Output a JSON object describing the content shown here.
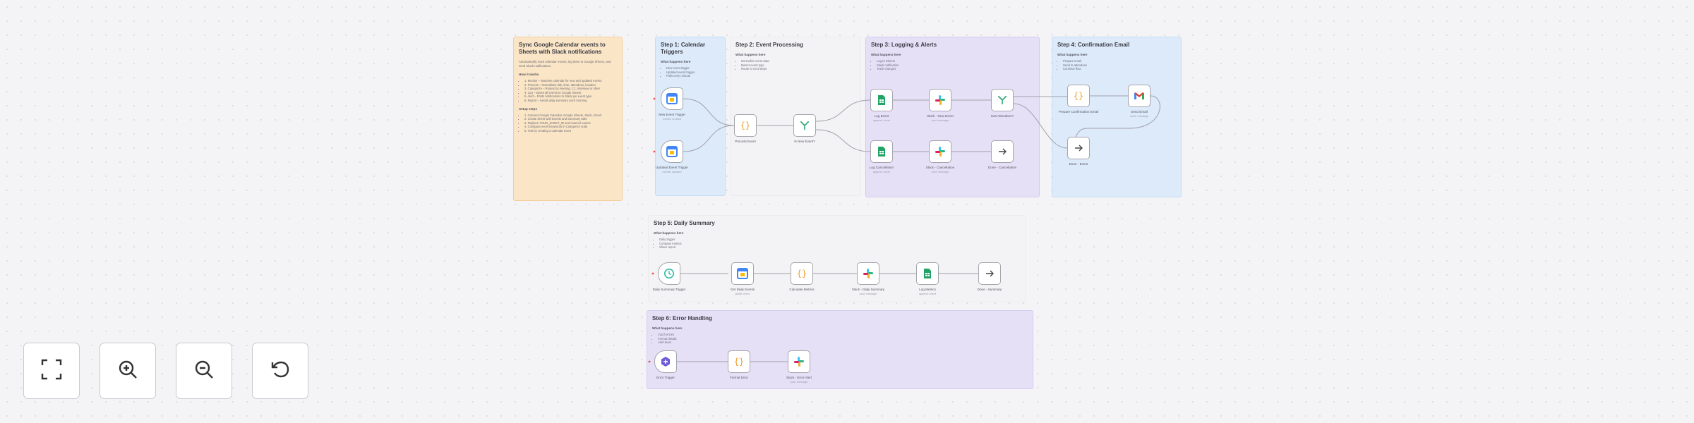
{
  "stickies": {
    "overview": {
      "title": "Sync Google Calendar events to Sheets with Slack notifications",
      "intro": "Automatically track calendar events, log them to Google Sheets, and send Slack notifications.",
      "how_it_works_heading": "How it works",
      "how_it_works": [
        "1. Monitor – Watches calendar for new and updated events",
        "2. Process – Normalizes title, time, attendees, location",
        "3. Categorize – Routes by meeting, 1:1, interview or other",
        "4. Log – Saves all events to Google Sheets",
        "5. Alert – Posts notifications to Slack per event type",
        "6. Report – Sends daily summary each morning"
      ],
      "setup_heading": "Setup steps",
      "setup": [
        "1. Connect Google Calendar, Google Sheets, Slack, Gmail",
        "2. Create Sheet with Events and Summary tabs",
        "3. Replace YOUR_SHEET_ID and channel names",
        "4. Configure event keywords in Categorize node",
        "5. Test by creating a calendar event"
      ]
    },
    "step1": {
      "title": "Step 1: Calendar Triggers",
      "sub": "What happens here",
      "items": [
        "New event trigger",
        "Updated event trigger",
        "Polls every minute"
      ]
    },
    "step2": {
      "title": "Step 2: Event Processing",
      "sub": "What happens here",
      "items": [
        "Normalize event data",
        "Detect event type",
        "Route to next steps"
      ]
    },
    "step3": {
      "title": "Step 3: Logging & Alerts",
      "sub": "What happens here",
      "items": [
        "Log to Sheets",
        "Slack notification",
        "Track changes"
      ]
    },
    "step4": {
      "title": "Step 4: Confirmation Email",
      "sub": "What happens here",
      "items": [
        "Prepare email",
        "Send to attendees",
        "Continue flow"
      ]
    },
    "step5": {
      "title": "Step 5: Daily Summary",
      "sub": "What happens here",
      "items": [
        "Daily trigger",
        "Compute metrics",
        "Share report"
      ]
    },
    "step6": {
      "title": "Step 6: Error Handling",
      "sub": "What happens here",
      "items": [
        "Catch errors",
        "Format details",
        "Alert team"
      ]
    }
  },
  "nodes": {
    "new_event_trigger": {
      "label": "New Event Trigger",
      "sub": "events: created"
    },
    "updated_event_trigger": {
      "label": "Updated Event Trigger",
      "sub": "events: updated"
    },
    "process_event": {
      "label": "Process Event",
      "sub": ""
    },
    "is_new_event": {
      "label": "Is New Event?",
      "sub": ""
    },
    "log_event": {
      "label": "Log Event",
      "sub": "append: sheet"
    },
    "slack_new_event": {
      "label": "Slack - New Event",
      "sub": "post: message"
    },
    "has_attendees": {
      "label": "Has Attendees?",
      "sub": ""
    },
    "prepare_confirmation": {
      "label": "Prepare Confirmation Email",
      "sub": ""
    },
    "send_email": {
      "label": "Send Email",
      "sub": "send: message"
    },
    "done_event": {
      "label": "Done - Event",
      "sub": ""
    },
    "log_cancellation": {
      "label": "Log Cancellation",
      "sub": "append: sheet"
    },
    "slack_cancellation": {
      "label": "Slack - Cancellation",
      "sub": "post: message"
    },
    "done_cancellation": {
      "label": "Done - Cancellation",
      "sub": ""
    },
    "daily_summary_trigger": {
      "label": "Daily Summary Trigger",
      "sub": ""
    },
    "get_daily_events": {
      "label": "Get Daily Events",
      "sub": "getAll: event"
    },
    "calculate_metrics": {
      "label": "Calculate Metrics",
      "sub": ""
    },
    "slack_daily_summary": {
      "label": "Slack - Daily Summary",
      "sub": "post: message"
    },
    "log_metrics": {
      "label": "Log Metrics",
      "sub": "append: sheet"
    },
    "done_summary": {
      "label": "Done - Summary",
      "sub": ""
    },
    "error_trigger": {
      "label": "Error Trigger",
      "sub": ""
    },
    "format_error": {
      "label": "Format Error",
      "sub": ""
    },
    "slack_error_alert": {
      "label": "Slack - Error Alert",
      "sub": "post: message"
    }
  },
  "controls": {
    "fit_view": "fit-view",
    "zoom_in": "zoom-in",
    "zoom_out": "zoom-out",
    "reset": "undo"
  },
  "colors": {
    "sticky_orange": "#fae5c6",
    "sticky_blue": "#dceafa",
    "sticky_purple": "#e6e0f7",
    "node_border": "#a5a5ad",
    "connection": "#9d9da5"
  }
}
